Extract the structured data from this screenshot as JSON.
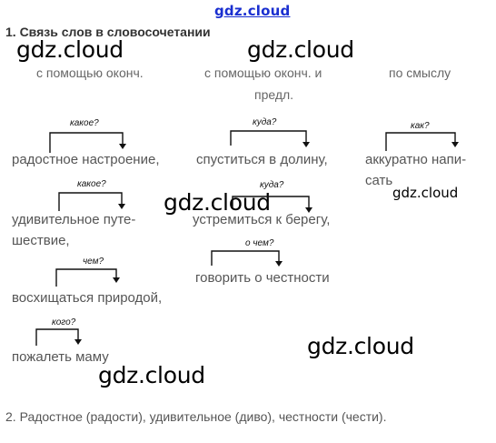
{
  "watermarks": {
    "top": "gdz.cloud",
    "mark": "gdz.cloud"
  },
  "task1": {
    "title": "1. Связь слов в словосочетании"
  },
  "columns": {
    "ending": "с помощью оконч.",
    "ending_prep_line1": "с помощью оконч. и",
    "ending_prep_line2": "предл.",
    "meaning": "по смыслу"
  },
  "phrases": {
    "p1": "радостное настроение,",
    "p2_line1": "удивительное путе-",
    "p2_line2": "шествие,",
    "p3": "восхищаться природой,",
    "p4": "пожалеть маму",
    "p5": "спуститься в долину,",
    "p6": "устремиться к берегу,",
    "p7": "говорить о честности",
    "p8_line1": "аккуратно напи-",
    "p8_line2": "сать"
  },
  "questions": {
    "q1": "какое?",
    "q2": "какое?",
    "q3": "чем?",
    "q4": "кого?",
    "q5": "куда?",
    "q6": "куда?",
    "q7": "о чем?",
    "q8": "как?"
  },
  "task2": {
    "text": "2. Радостное (радости), удивительное (диво), честности (чести)."
  }
}
